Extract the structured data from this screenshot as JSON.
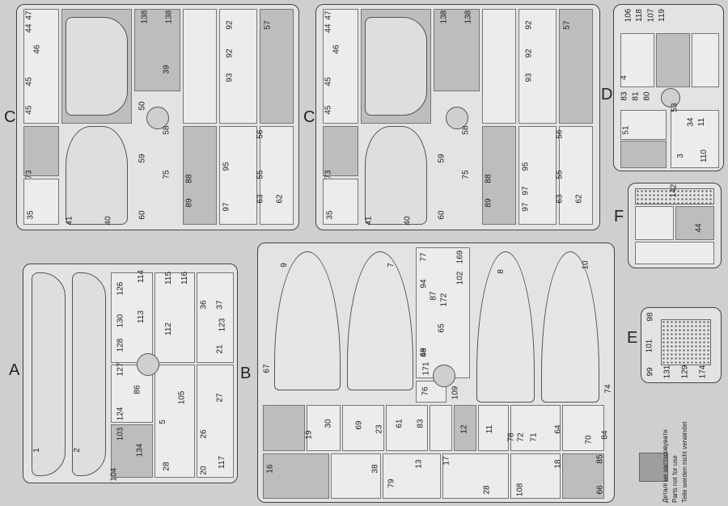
{
  "sprues": {
    "A": {
      "letter": "A",
      "numbers": [
        "1",
        "2",
        "104",
        "103",
        "124",
        "86",
        "127",
        "128",
        "130",
        "126",
        "114",
        "113",
        "112",
        "115",
        "116",
        "36",
        "37",
        "123",
        "21",
        "105",
        "5",
        "26",
        "27",
        "20",
        "117",
        "134",
        "28"
      ]
    },
    "B": {
      "letter": "B",
      "numbers": [
        "9",
        "7",
        "77",
        "169",
        "94",
        "87",
        "102",
        "8",
        "10",
        "67",
        "68",
        "171",
        "65",
        "49",
        "172",
        "109",
        "74",
        "19",
        "30",
        "69",
        "23",
        "61",
        "83",
        "11",
        "78",
        "72",
        "71",
        "64",
        "70",
        "84",
        "16",
        "38",
        "79",
        "13",
        "17",
        "12",
        "28",
        "108",
        "18",
        "85",
        "66",
        "76"
      ]
    },
    "C1": {
      "letter": "C",
      "numbers": [
        "47",
        "44",
        "46",
        "45",
        "45",
        "138",
        "138",
        "39",
        "50",
        "92",
        "92",
        "93",
        "57",
        "73",
        "59",
        "58",
        "75",
        "88",
        "95",
        "56",
        "55",
        "60",
        "89",
        "97",
        "63",
        "62",
        "35",
        "41",
        "40"
      ]
    },
    "C2": {
      "letter": "C",
      "numbers": [
        "47",
        "44",
        "46",
        "45",
        "45",
        "138",
        "138",
        "92",
        "92",
        "93",
        "57",
        "73",
        "59",
        "58",
        "75",
        "88",
        "95",
        "56",
        "55",
        "60",
        "89",
        "97",
        "97",
        "63",
        "62",
        "35",
        "41",
        "40"
      ]
    },
    "D": {
      "letter": "D",
      "numbers": [
        "106",
        "118",
        "107",
        "119",
        "4",
        "83",
        "81",
        "80",
        "51",
        "53",
        "34",
        "11",
        "3",
        "110"
      ]
    },
    "E": {
      "letter": "E",
      "numbers": [
        "98",
        "101",
        "99",
        "131",
        "129",
        "174"
      ]
    },
    "F": {
      "letter": "F",
      "numbers": [
        "142",
        "44"
      ]
    }
  },
  "legend": {
    "line1": "Деталі не застосовувати",
    "line2": "Parts not for use",
    "line3": "Teile werden nicht verwindet"
  },
  "colors": {
    "unused_parts": "#9e9e9e",
    "sprue_frame": "#444444"
  }
}
